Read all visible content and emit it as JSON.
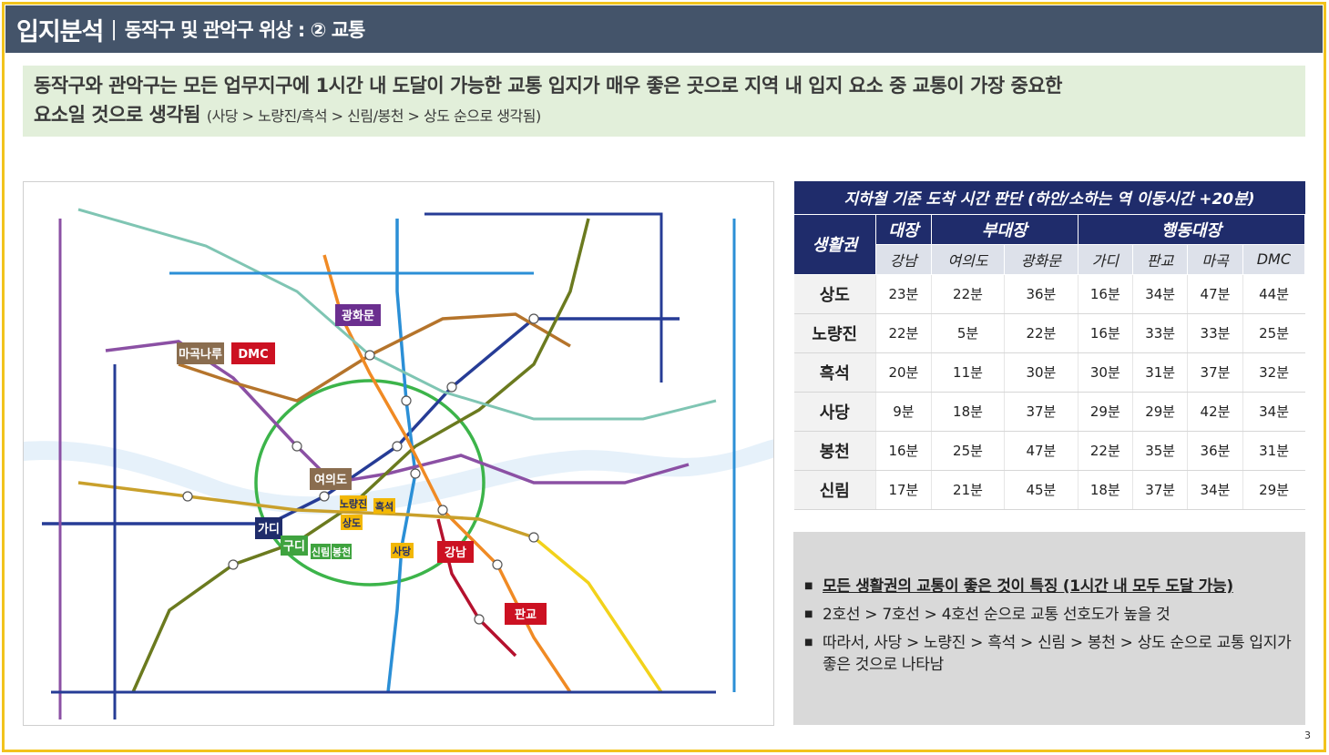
{
  "header": {
    "title": "입지분석",
    "separator": "|",
    "subtitle": "동작구 및 관악구 위상 : ② 교통"
  },
  "summary": {
    "line1": "동작구와 관악구는 모든 업무지구에 1시간 내 도달이 가능한 교통 입지가 매우 좋은 곳으로 지역 내 입지 요소 중 교통이 가장 중요한",
    "line2_main": "요소일 것으로 생각됨",
    "line2_note": "(사당 > 노량진/흑석 > 신림/봉천 > 상도 순으로 생각됨)"
  },
  "map": {
    "labels": {
      "gwanghwamun": "광화문",
      "mapo": "마곡나루",
      "dmc": "DMC",
      "yeouido": "여의도",
      "noryangjin": "노량진",
      "heukseok": "흑석",
      "sangdo": "상도",
      "gadi": "가디",
      "guro": "구디",
      "sillim": "신림",
      "bongcheon": "봉천",
      "sadang": "사당",
      "gangnam": "강남",
      "pangyo": "판교"
    },
    "colors": {
      "blue_label": "#1f2c6b",
      "purple_label": "#6b2f8f",
      "brown_label": "#8a6d4f",
      "red_label": "#cc1122",
      "green_label": "#3fa33f",
      "yellow_label": "#f2b705",
      "line1": "#263c96",
      "line2": "#3cb44a",
      "line3": "#f08a24",
      "line4": "#2b8fd6",
      "line5": "#8b50a4",
      "line6": "#b5742b",
      "line7": "#6b7a1f",
      "line9": "#c9a02b",
      "shinbundang": "#b5112e",
      "gyeongui": "#7fc5b3",
      "bundang": "#f2d21b"
    }
  },
  "table": {
    "caption": "지하철 기준 도착 시간 판단 (하안/소하는 역 이동시간 +20분)",
    "corner": "생활권",
    "groups": [
      {
        "label": "대장",
        "span": 1
      },
      {
        "label": "부대장",
        "span": 2
      },
      {
        "label": "행동대장",
        "span": 4
      }
    ],
    "columns": [
      "강남",
      "여의도",
      "광화문",
      "가디",
      "판교",
      "마곡",
      "DMC"
    ],
    "rows": [
      {
        "name": "상도",
        "values": [
          "23분",
          "22분",
          "36분",
          "16분",
          "34분",
          "47분",
          "44분"
        ]
      },
      {
        "name": "노량진",
        "values": [
          "22분",
          "5분",
          "22분",
          "16분",
          "33분",
          "33분",
          "25분"
        ]
      },
      {
        "name": "흑석",
        "values": [
          "20분",
          "11분",
          "30분",
          "30분",
          "31분",
          "37분",
          "32분"
        ]
      },
      {
        "name": "사당",
        "values": [
          "9분",
          "18분",
          "37분",
          "29분",
          "29분",
          "42분",
          "34분"
        ]
      },
      {
        "name": "봉천",
        "values": [
          "16분",
          "25분",
          "47분",
          "22분",
          "35분",
          "36분",
          "31분"
        ]
      },
      {
        "name": "신림",
        "values": [
          "17분",
          "21분",
          "45분",
          "18분",
          "37분",
          "34분",
          "29분"
        ]
      }
    ]
  },
  "notes": [
    {
      "text": "모든 생활권의 교통이 좋은 것이 특징 (1시간 내 모두 도달 가능)",
      "strong": true
    },
    {
      "text": "2호선 > 7호선 > 4호선 순으로 교통 선호도가 높을 것",
      "strong": false
    },
    {
      "text": "따라서, 사당 > 노량진 > 흑석 > 신림 > 봉천 > 상도 순으로 교통 입지가 좋은 것으로 나타남",
      "strong": false
    }
  ],
  "page_number": "3"
}
